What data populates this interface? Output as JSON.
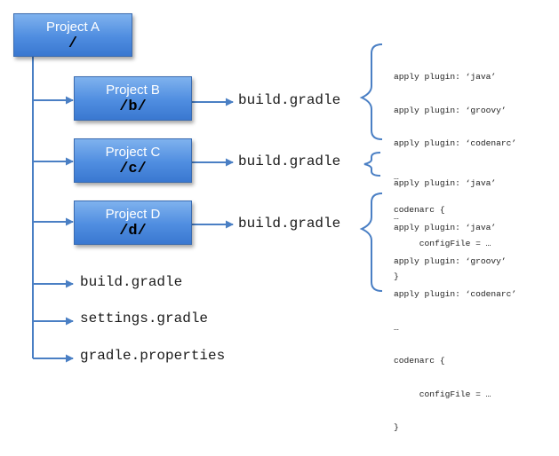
{
  "projects": {
    "root": {
      "name": "Project A",
      "path": "/"
    },
    "b": {
      "name": "Project B",
      "path": "/b/"
    },
    "c": {
      "name": "Project C",
      "path": "/c/"
    },
    "d": {
      "name": "Project D",
      "path": "/d/"
    }
  },
  "files": {
    "b_build": "build.gradle",
    "c_build": "build.gradle",
    "d_build": "build.gradle",
    "root_build": "build.gradle",
    "settings": "settings.gradle",
    "properties": "gradle.properties"
  },
  "snippets": {
    "b": [
      "apply plugin: ‘java’",
      "apply plugin: ‘groovy’",
      "apply plugin: ‘codenarc’",
      "…",
      "codenarc {",
      "     configFile = …",
      "}"
    ],
    "c": [
      "apply plugin: ‘java’",
      "…"
    ],
    "d": [
      "apply plugin: ‘java’",
      "apply plugin: ‘groovy’",
      "apply plugin: ‘codenarc’",
      "…",
      "codenarc {",
      "     configFile = …",
      "}"
    ]
  },
  "colors": {
    "arrow": "#4a7fc4",
    "brace": "#4a7fc4"
  }
}
